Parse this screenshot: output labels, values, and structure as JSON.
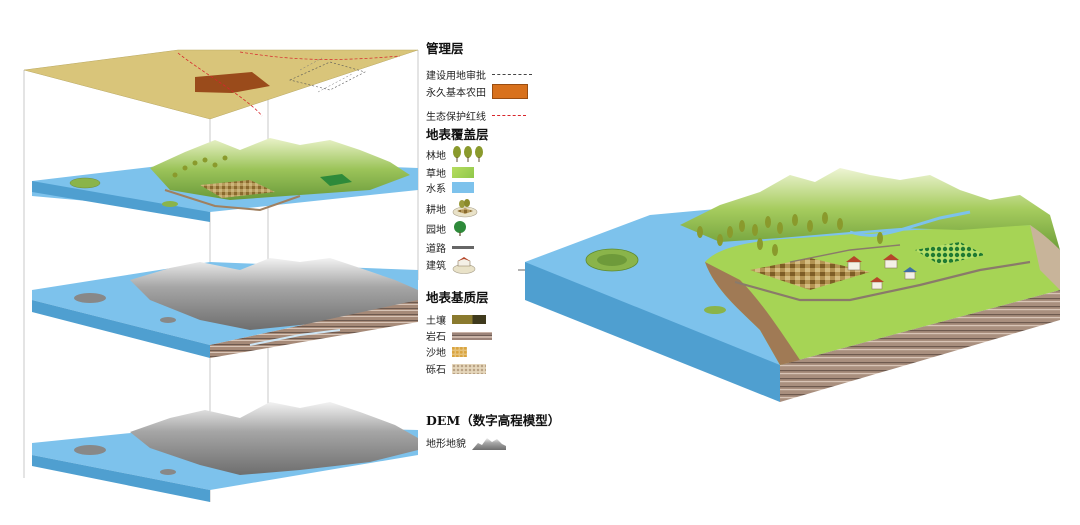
{
  "legend": {
    "management": {
      "title": "管理层",
      "items": [
        {
          "label": "建设用地审批",
          "swatch": "dashed-dark-line"
        },
        {
          "label": "永久基本农田",
          "swatch": "orange-rect",
          "color": "#d8711c"
        },
        {
          "label": "生态保护红线",
          "swatch": "red-dashed-line",
          "color": "#d8252b"
        }
      ]
    },
    "cover": {
      "title": "地表覆盖层",
      "items": [
        {
          "label": "林地",
          "swatch": "tree-icons",
          "color": "#8a9a2c"
        },
        {
          "label": "草地",
          "swatch": "green-rect",
          "color": "#a6d455"
        },
        {
          "label": "水系",
          "swatch": "blue-rect",
          "color": "#7dc2ec"
        },
        {
          "label": "耕地",
          "swatch": "farmland-icon"
        },
        {
          "label": "园地",
          "swatch": "orchard-icon",
          "color": "#2e8a3a"
        },
        {
          "label": "道路",
          "swatch": "road-line",
          "color": "#666666"
        },
        {
          "label": "建筑",
          "swatch": "building-icon"
        }
      ]
    },
    "base": {
      "title": "地表基质层",
      "items": [
        {
          "label": "土壤",
          "swatch": "soil-texture",
          "color": "#8a7a2e"
        },
        {
          "label": "岩石",
          "swatch": "rock-texture",
          "color": "#9b8378"
        },
        {
          "label": "沙地",
          "swatch": "sand-texture",
          "color": "#dcae55"
        },
        {
          "label": "砾石",
          "swatch": "gravel-texture",
          "color": "#e6d7bc"
        }
      ]
    },
    "dem": {
      "title": "DEM（数字高程模型）",
      "items": [
        {
          "label": "地形地貌",
          "swatch": "terrain-icon"
        }
      ]
    }
  },
  "colors": {
    "management_plane": "#d9c57a",
    "water": "#7dc2ec",
    "water_side": "#4f9fd0",
    "grass": "#a6d455",
    "terrain_gray": "#9a9a9a",
    "farmland": "#9a4b1b",
    "red_line": "#d8252b"
  }
}
